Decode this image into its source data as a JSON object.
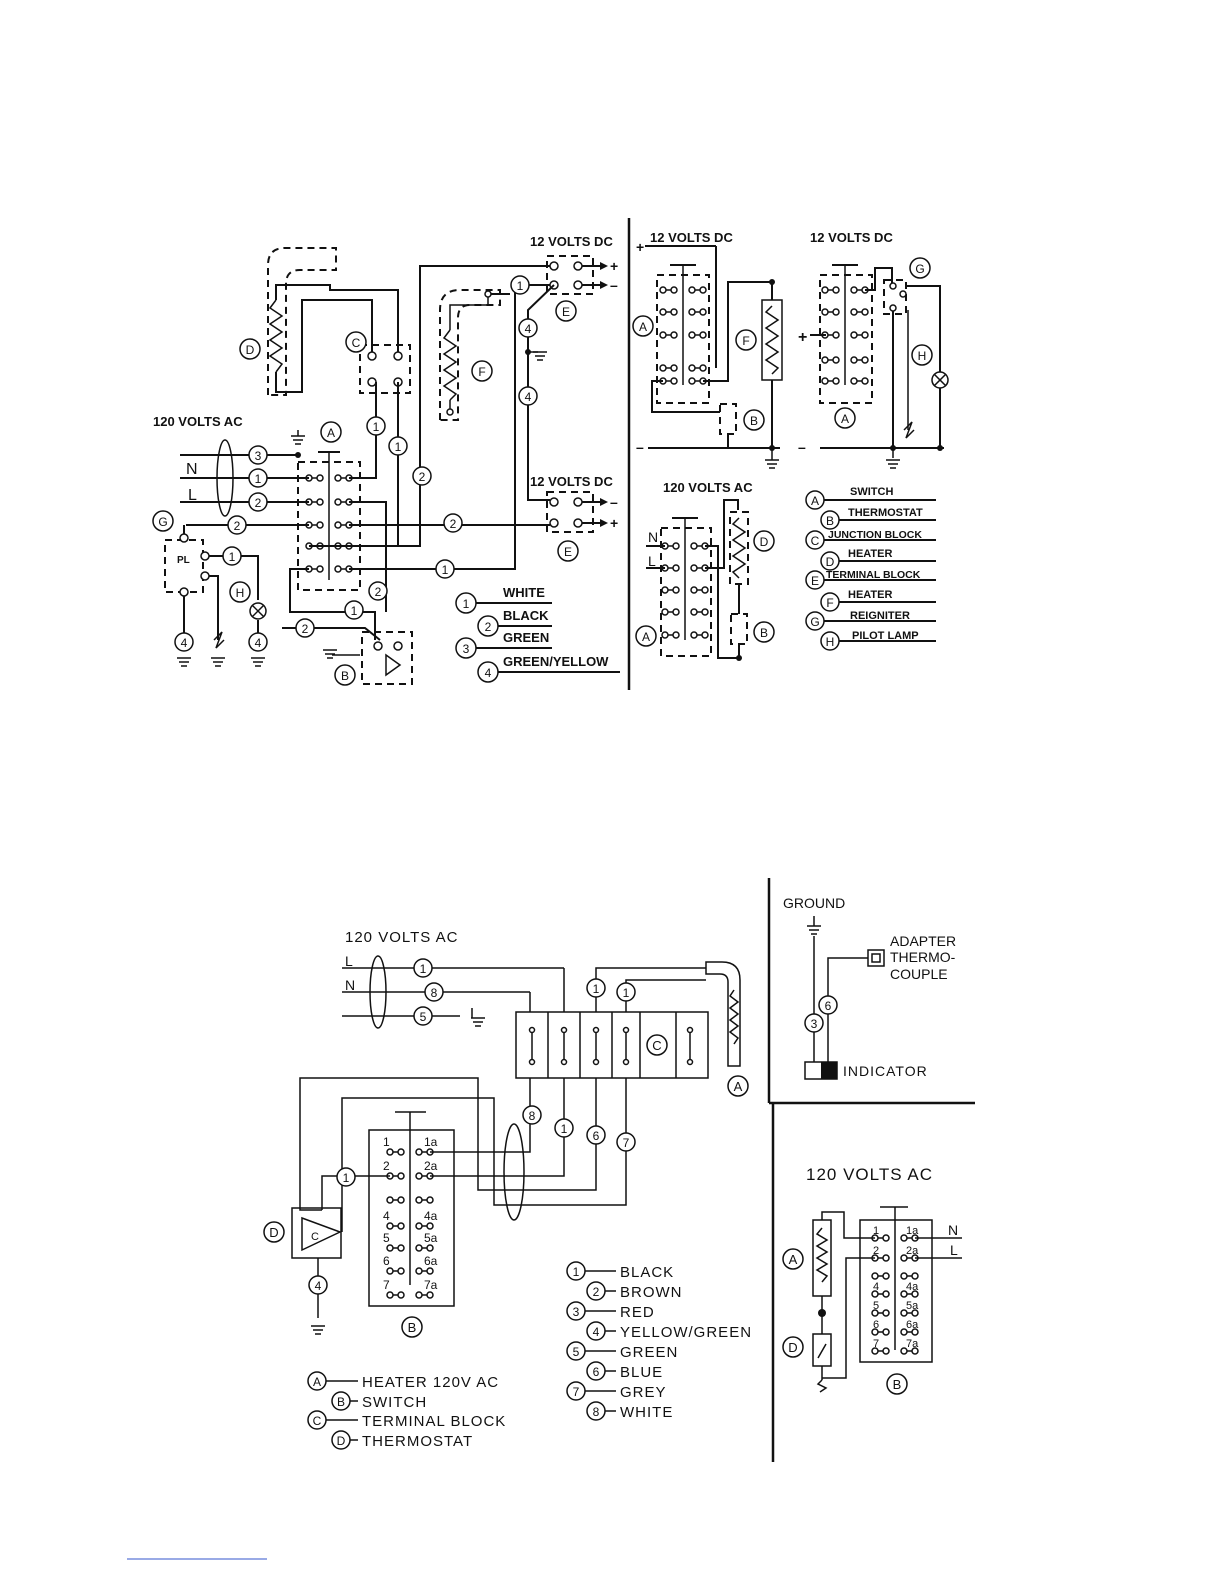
{
  "upper": {
    "main": {
      "ac_label": "120 VOLTS AC",
      "dc_top": "12 VOLTS DC",
      "dc_bottom": "12 VOLTS DC",
      "n": "N",
      "l": "L",
      "pl": "PL",
      "plus": "+",
      "minus": "–",
      "parts": [
        "A",
        "B",
        "C",
        "D",
        "E",
        "E",
        "F",
        "G",
        "H"
      ],
      "wires": [
        "1",
        "2",
        "3",
        "4"
      ]
    },
    "wire_legend": [
      {
        "num": "1",
        "color": "WHITE"
      },
      {
        "num": "2",
        "color": "BLACK"
      },
      {
        "num": "3",
        "color": "GREEN"
      },
      {
        "num": "4",
        "color": "GREEN/YELLOW"
      }
    ],
    "right_top_left": {
      "dc": "12 VOLTS DC",
      "plus": "+",
      "minus": "–"
    },
    "right_top_right": {
      "dc": "12 VOLTS DC",
      "plus": "+",
      "minus": "–"
    },
    "right_bottom": {
      "ac": "120 VOLTS AC",
      "n": "N",
      "l": "L"
    },
    "part_legend": [
      {
        "letter": "A",
        "name": "SWITCH"
      },
      {
        "letter": "B",
        "name": "THERMOSTAT"
      },
      {
        "letter": "C",
        "name": "JUNCTION BLOCK"
      },
      {
        "letter": "D",
        "name": "HEATER"
      },
      {
        "letter": "E",
        "name": "TERMINAL BLOCK"
      },
      {
        "letter": "F",
        "name": "HEATER"
      },
      {
        "letter": "G",
        "name": "REIGNITER"
      },
      {
        "letter": "H",
        "name": "PILOT LAMP"
      }
    ]
  },
  "lower": {
    "main": {
      "ac_label": "120 VOLTS AC",
      "l": "L",
      "n": "N",
      "switch_terms": [
        "1",
        "1a",
        "2",
        "2a",
        "4",
        "4a",
        "5",
        "5a",
        "6",
        "6a",
        "7",
        "7a"
      ]
    },
    "wire_legend": [
      {
        "num": "1",
        "color": "BLACK"
      },
      {
        "num": "2",
        "color": "BROWN"
      },
      {
        "num": "3",
        "color": "RED"
      },
      {
        "num": "4",
        "color": "YELLOW/GREEN"
      },
      {
        "num": "5",
        "color": "GREEN"
      },
      {
        "num": "6",
        "color": "BLUE"
      },
      {
        "num": "7",
        "color": "GREY"
      },
      {
        "num": "8",
        "color": "WHITE"
      }
    ],
    "part_legend": [
      {
        "letter": "A",
        "name": "HEATER 120V AC"
      },
      {
        "letter": "B",
        "name": "SWITCH"
      },
      {
        "letter": "C",
        "name": "TERMINAL BLOCK"
      },
      {
        "letter": "D",
        "name": "THERMOSTAT"
      }
    ],
    "right_top": {
      "ground": "GROUND",
      "adapter": "ADAPTER",
      "thermo": "THERMO-",
      "couple": "COUPLE",
      "indicator": "INDICATOR"
    },
    "right_bottom": {
      "ac": "120 VOLTS AC",
      "n": "N",
      "l": "L"
    }
  }
}
